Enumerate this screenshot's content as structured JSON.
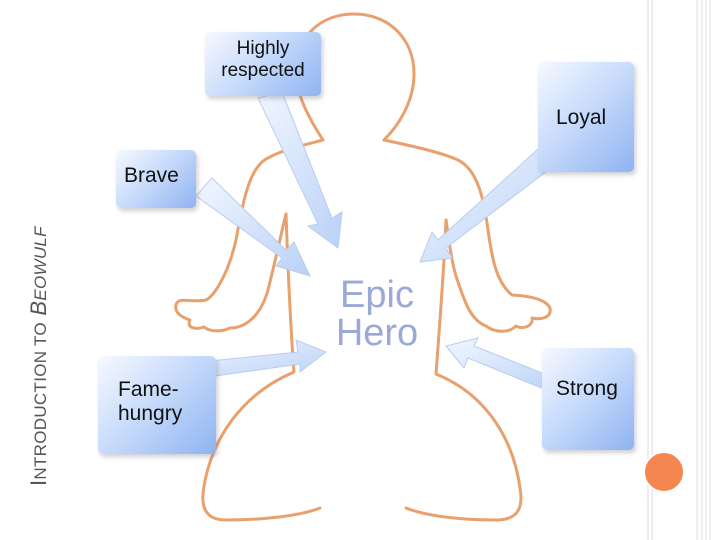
{
  "slide_title": {
    "part1_initial": "I",
    "part1_rest": "NTRODUCTION TO",
    "part2_initial": "B",
    "part2_rest": "EOWULF"
  },
  "center_label": {
    "line1": "Epic",
    "line2": "Hero"
  },
  "traits": [
    {
      "id": "highly-respected",
      "lines": [
        "Highly",
        "respected"
      ]
    },
    {
      "id": "loyal",
      "lines": [
        "Loyal"
      ]
    },
    {
      "id": "brave",
      "lines": [
        "Brave"
      ]
    },
    {
      "id": "fame-hungry",
      "lines": [
        "Fame-",
        "hungry"
      ]
    },
    {
      "id": "strong",
      "lines": [
        "Strong"
      ]
    }
  ],
  "colors": {
    "outline": "#e8a06c",
    "box_light": "#f6f9ff",
    "box_dark": "#8fb3f1",
    "arrow": "#cfe0fb",
    "accent_circle": "#f4874f",
    "center_text": "#9aa9d6"
  }
}
